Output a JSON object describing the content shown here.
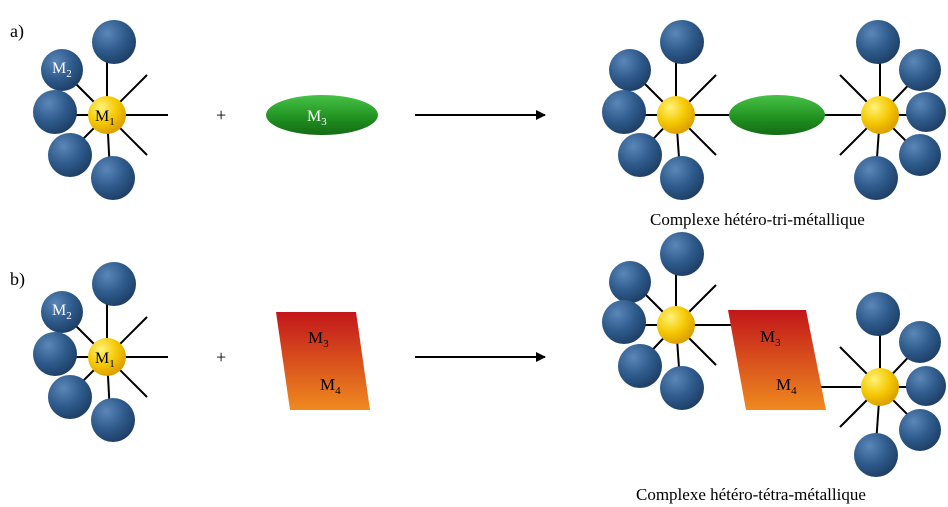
{
  "panel_a": {
    "label": "a)",
    "plus": "+",
    "m1": "M",
    "m1_sub": "1",
    "m2": "M",
    "m2_sub": "2",
    "m3": "M",
    "m3_sub": "3",
    "caption": "Complexe hétéro-tri-métallique"
  },
  "panel_b": {
    "label": "b)",
    "plus": "+",
    "m1": "M",
    "m1_sub": "1",
    "m2": "M",
    "m2_sub": "2",
    "m3": "M",
    "m3_sub": "3",
    "m4": "M",
    "m4_sub": "4",
    "product_m3": "M",
    "product_m3_sub": "3",
    "product_m4": "M",
    "product_m4_sub": "4",
    "caption": "Complexe hétéro-tétra-métallique"
  },
  "colors": {
    "ball": "#2e5b8c",
    "core": "#f2c200",
    "ellipse": "#2a9a2a",
    "block_top": "#c4211a",
    "block_bottom": "#e8761c"
  }
}
